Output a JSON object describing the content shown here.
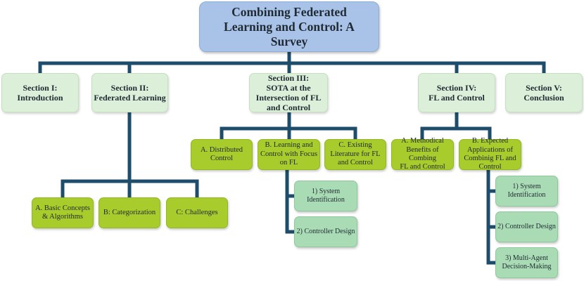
{
  "root": {
    "title": "Combining Federated\nLearning and Control: A\nSurvey"
  },
  "sections": [
    {
      "label": "Section I:\nIntroduction"
    },
    {
      "label": "Section II:\nFederated Learning"
    },
    {
      "label": "Section III:\nSOTA at the\nIntersection of FL\nand Control"
    },
    {
      "label": "Section IV:\nFL and Control"
    },
    {
      "label": "Section V:\nConclusion"
    }
  ],
  "section2_children": [
    {
      "label": "A. Basic Concepts\n& Algorithms"
    },
    {
      "label": "B: Categorization"
    },
    {
      "label": "C: Challenges"
    }
  ],
  "section3_children": [
    {
      "label": "A. Distributed\nControl"
    },
    {
      "label": "B. Learning and\nControl with Focus\non FL"
    },
    {
      "label": "C. Existing\nLiterature for FL\nand Control"
    }
  ],
  "section3b_children": [
    {
      "label": "1) System\nIdentification"
    },
    {
      "label": "2) Controller Design"
    }
  ],
  "section4_children": [
    {
      "label": "A. Methodical\nBenefits of Combing\nFL and Control"
    },
    {
      "label": "B. Expected\nApplications of\nCombinig FL and\nControl"
    }
  ],
  "section4b_children": [
    {
      "label": "1) System\nIdentification"
    },
    {
      "label": "2) Controller Design"
    },
    {
      "label": "3) Multi-Agent\nDecision-Making"
    }
  ],
  "colors": {
    "connector": "#1e4d6b",
    "root_fill": "#a9c3e8",
    "section_fill": "#dcefd9",
    "subsection_fill": "#a7cc2b",
    "leaf_fill": "#a9dcb4"
  }
}
